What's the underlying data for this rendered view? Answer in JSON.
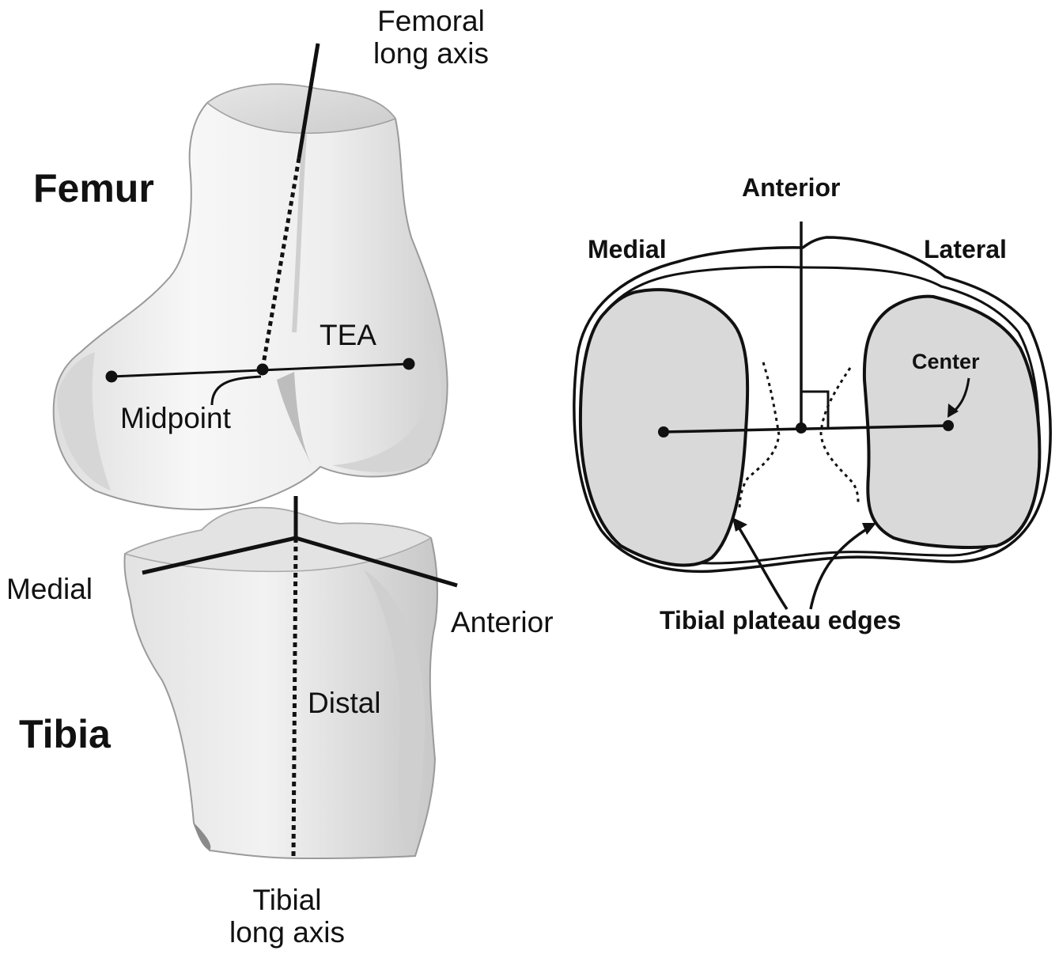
{
  "left_panel": {
    "femur_title": "Femur",
    "tibia_title": "Tibia",
    "femoral_axis_label": [
      "Femoral",
      "long axis"
    ],
    "tea_label": "TEA",
    "midpoint_label": "Midpoint",
    "medial_label": "Medial",
    "anterior_label": "Anterior",
    "distal_label": "Distal",
    "tibial_axis_label": [
      "Tibial",
      "long axis"
    ]
  },
  "right_panel": {
    "anterior_label": "Anterior",
    "medial_label": "Medial",
    "lateral_label": "Lateral",
    "center_label": "Center",
    "edges_label": "Tibial plateau edges"
  },
  "colors": {
    "bone_light": "#f4f4f4",
    "bone_shadow": "#c9c9c9",
    "plateau_fill": "#d9d9d9",
    "line": "#111111"
  }
}
